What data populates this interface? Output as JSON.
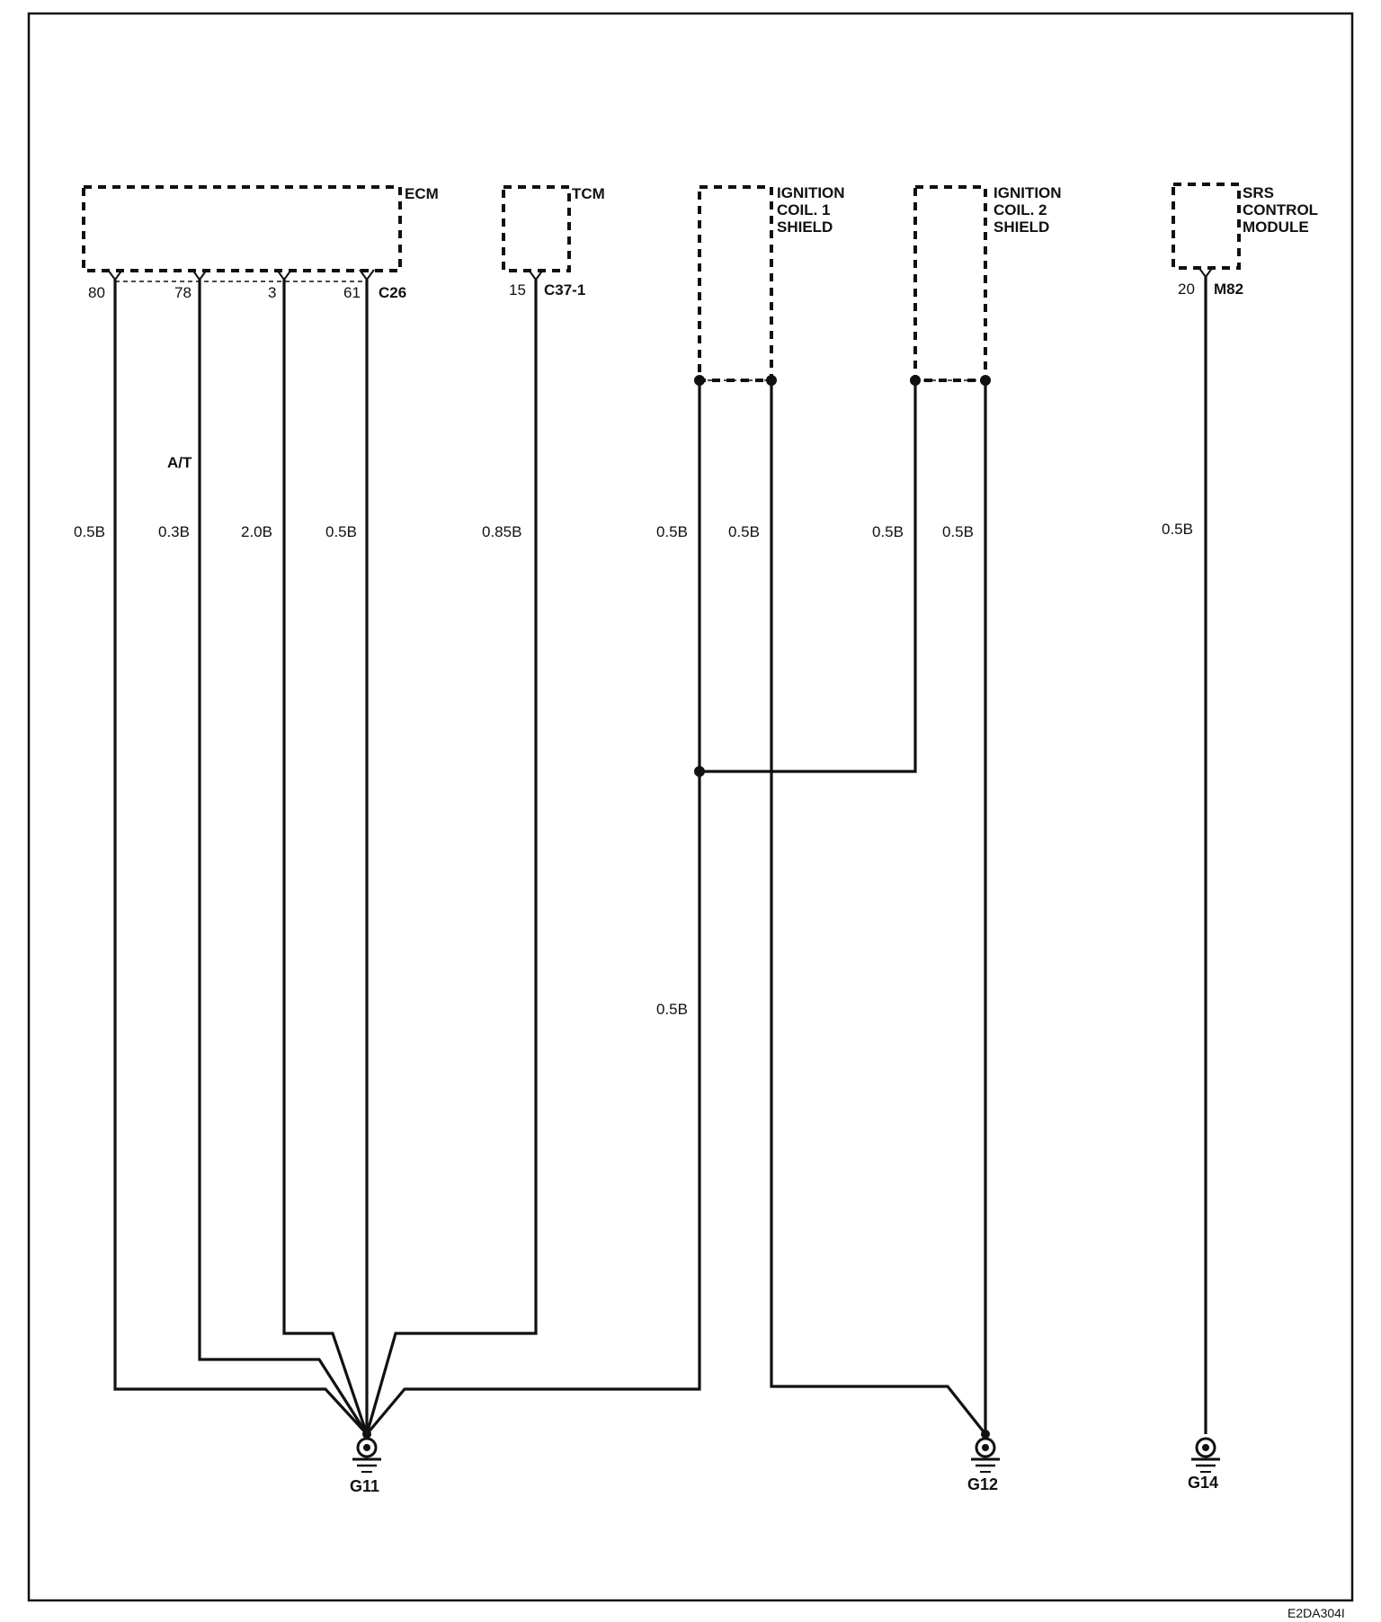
{
  "components": {
    "ecm": {
      "name": "ECM",
      "connector": "C26",
      "pins": [
        "80",
        "78",
        "3",
        "61"
      ]
    },
    "tcm": {
      "name": "TCM",
      "connector": "C37-1",
      "pins": [
        "15"
      ]
    },
    "ignition_coil_1": {
      "name_lines": [
        "IGNITION",
        "COIL. 1",
        "SHIELD"
      ]
    },
    "ignition_coil_2": {
      "name_lines": [
        "IGNITION",
        "COIL. 2",
        "SHIELD"
      ]
    },
    "srs": {
      "name_lines": [
        "SRS",
        "CONTROL",
        "MODULE"
      ],
      "connector": "M82",
      "pins": [
        "20"
      ]
    }
  },
  "option_label": "A/T",
  "wires": {
    "ecm_80": "0.5B",
    "ecm_78": "0.3B",
    "ecm_3": "2.0B",
    "ecm_61": "0.5B",
    "tcm_15": "0.85B",
    "coil1_a": "0.5B",
    "coil1_b": "0.5B",
    "coil2_a": "0.5B",
    "coil2_b": "0.5B",
    "srs_20": "0.5B",
    "coil_merge": "0.5B"
  },
  "grounds": [
    "G11",
    "G12",
    "G14"
  ],
  "figure_code": "E2DA304I"
}
